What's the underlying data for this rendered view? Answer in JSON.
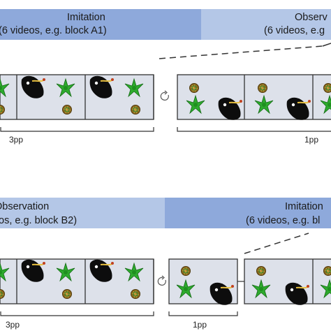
{
  "top": {
    "imitation": {
      "title": "Imitation",
      "subtitle": "(6 videos, e.g. block A1)",
      "color": "#8ea9db"
    },
    "observation": {
      "title": "Observ",
      "subtitle": "(6 videos, e.g",
      "color": "#b4c7e7"
    },
    "left_count": "3pp",
    "right_count": "1pp"
  },
  "bottom": {
    "observation": {
      "title": "Observation",
      "subtitle": "os, e.g. block B2)",
      "color": "#b4c7e7"
    },
    "imitation": {
      "title": "Imitation",
      "subtitle": "(6 videos, e.g. bl",
      "color": "#8ea9db"
    },
    "left_count": "3pp",
    "right_count": "1pp"
  },
  "panel_fill": "#dde1ea",
  "icons": {
    "cycle": "cycle-arrow-icon",
    "bird": "blackbird-icon",
    "dragon": "green-dragon-icon",
    "coconut": "coconut-icon"
  }
}
